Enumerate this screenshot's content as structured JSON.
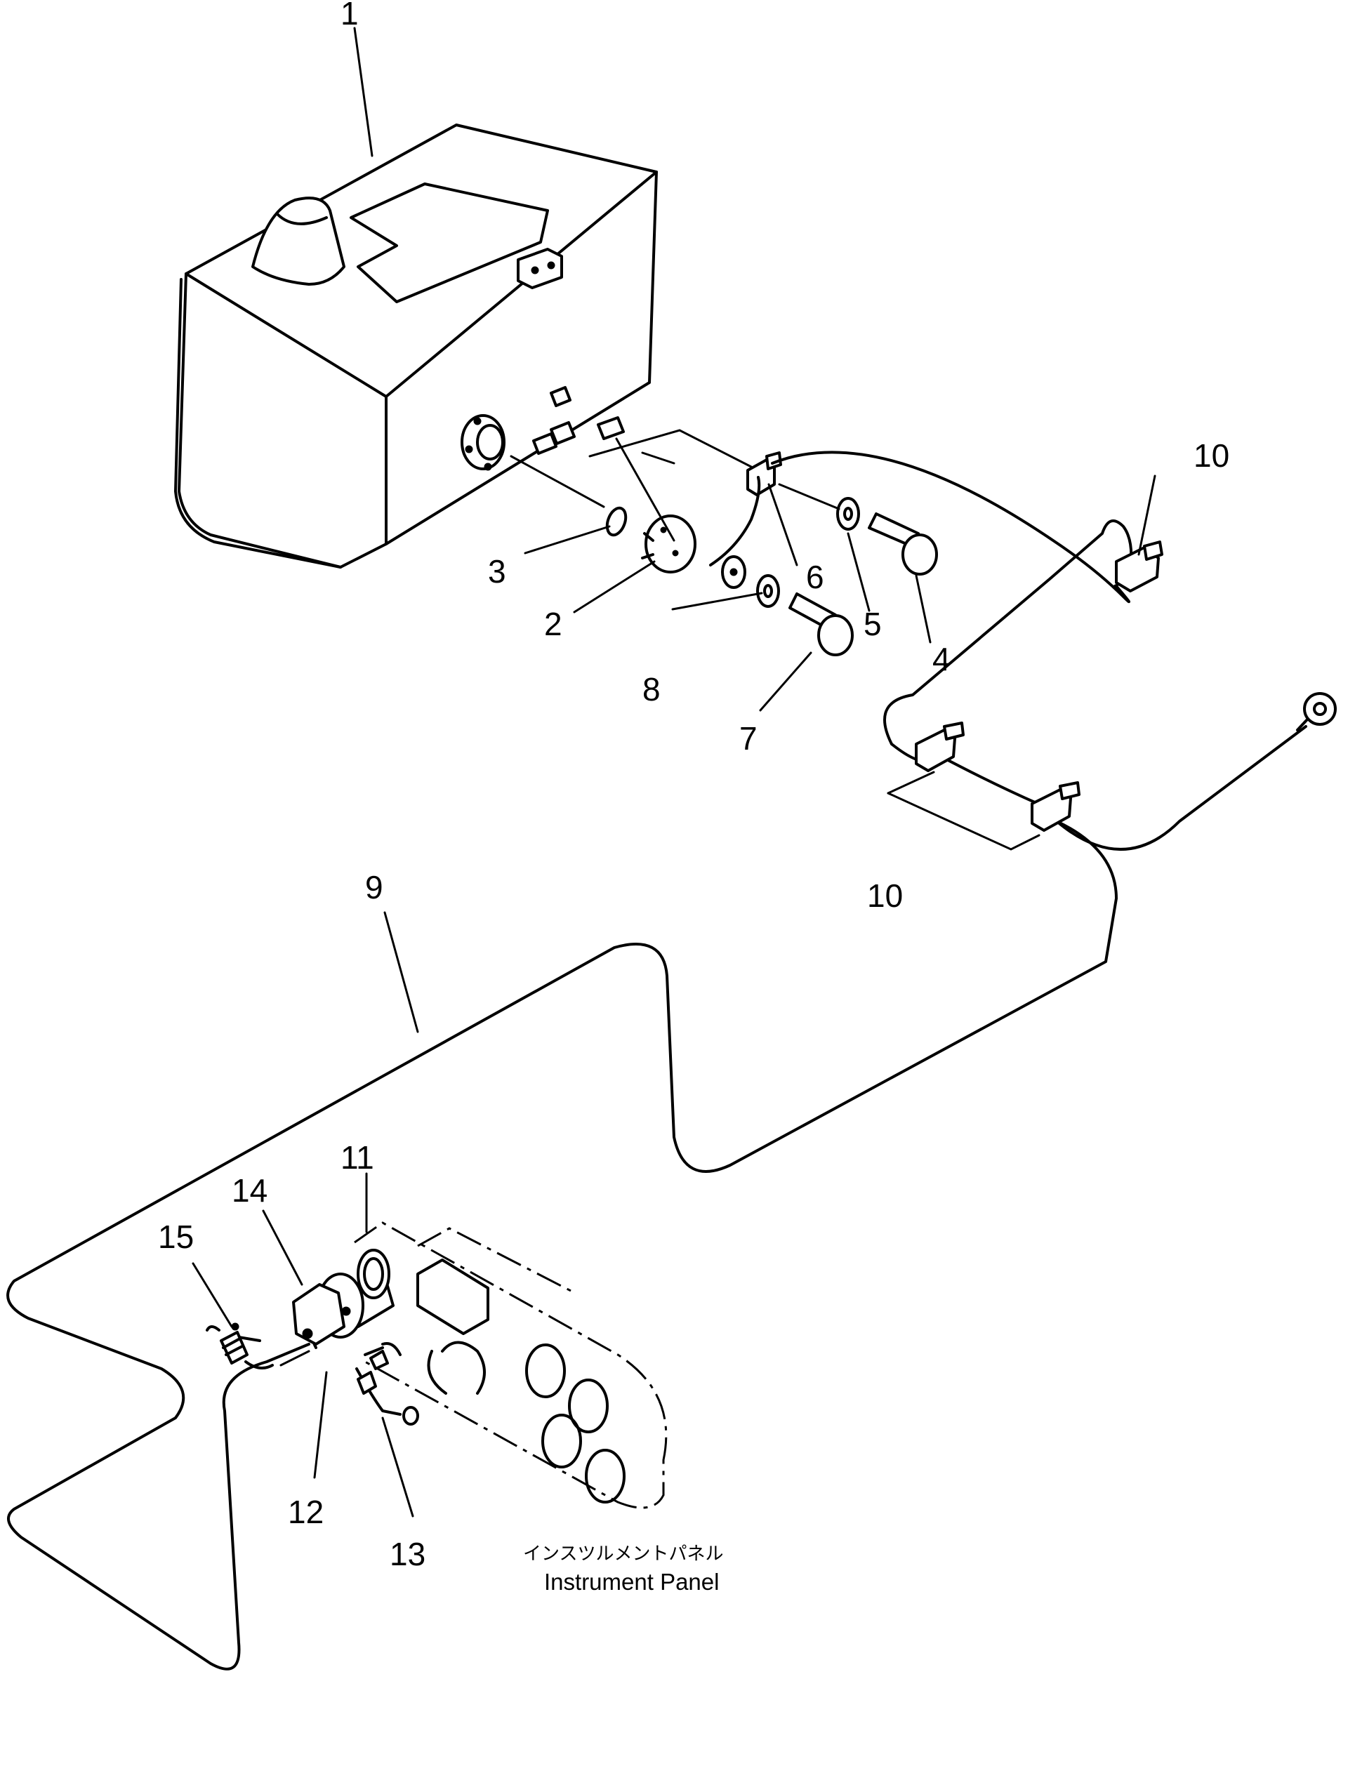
{
  "callouts": {
    "c1": "1",
    "c2": "2",
    "c3": "3",
    "c4": "4",
    "c5": "5",
    "c6": "6",
    "c7": "7",
    "c8": "8",
    "c9": "9",
    "c10a": "10",
    "c10b": "10",
    "c11": "11",
    "c12": "12",
    "c13": "13",
    "c14": "14",
    "c15": "15"
  },
  "caption": {
    "jp": "インスツルメントパネル",
    "en": "Instrument Panel"
  }
}
